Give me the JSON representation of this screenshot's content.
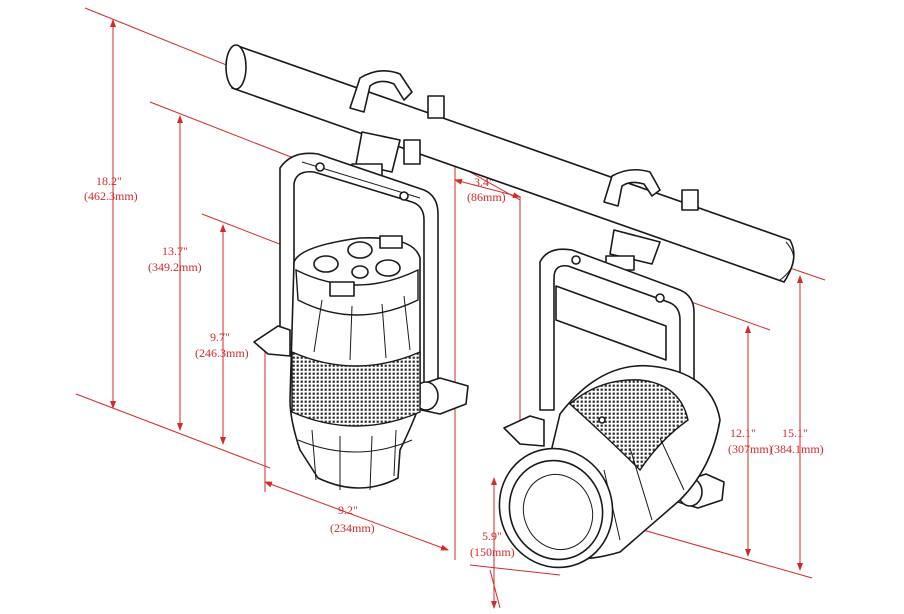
{
  "colors": {
    "dimension": "#d42a2a",
    "outline": "#1a1a1a",
    "background": "#ffffff"
  },
  "dimensions": {
    "overall_height": {
      "imperial": "18.2\"",
      "metric": "(462.3mm)"
    },
    "body_height": {
      "imperial": "13.7\"",
      "metric": "(349.2mm)"
    },
    "lamp_height": {
      "imperial": "9.7\"",
      "metric": "(246.3mm)"
    },
    "width": {
      "imperial": "9.2\"",
      "metric": "(234mm)"
    },
    "clamp_offset": {
      "imperial": "3.4\"",
      "metric": "(86mm)"
    },
    "lens_diameter": {
      "imperial": "5.9\"",
      "metric": "(150mm)"
    },
    "yoke_height": {
      "imperial": "12.1\"",
      "metric": "(307mm)"
    },
    "total_height_right": {
      "imperial": "15.1\"",
      "metric": "(384.1mm)"
    }
  },
  "views": [
    "rear-three-quarter-view",
    "front-three-quarter-view"
  ],
  "icons": [
    "mounting-pipe-icon",
    "c-clamp-icon",
    "yoke-icon",
    "fixture-body-icon",
    "lens-icon",
    "knob-icon"
  ]
}
